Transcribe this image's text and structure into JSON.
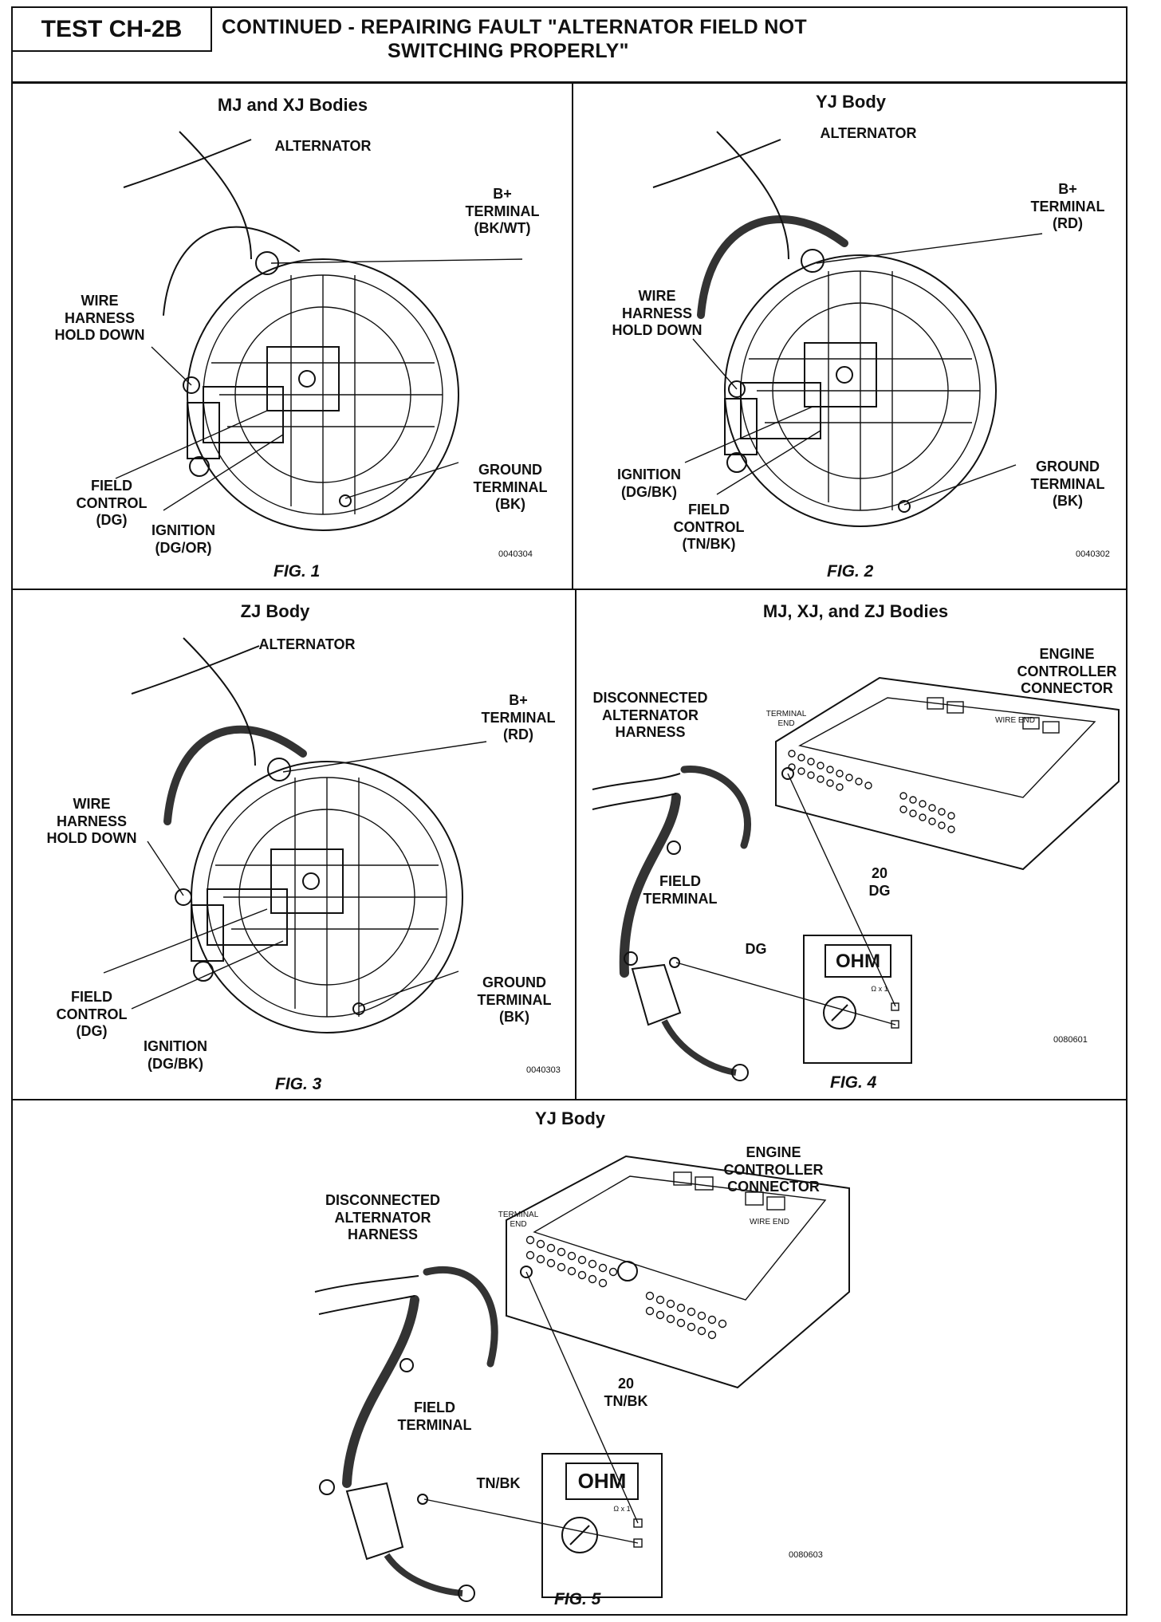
{
  "header": {
    "test_id": "TEST CH-2B",
    "title_line1": "CONTINUED -  REPAIRING FAULT \"ALTERNATOR FIELD NOT",
    "title_line2": "SWITCHING PROPERLY\""
  },
  "fig1": {
    "title": "MJ and XJ Bodies",
    "alternator": "ALTERNATOR",
    "bplus": [
      "B+",
      "TERMINAL",
      "(BK/WT)"
    ],
    "wire_harness": [
      "WIRE",
      "HARNESS",
      "HOLD DOWN"
    ],
    "ground": [
      "GROUND",
      "TERMINAL",
      "(BK)"
    ],
    "field": [
      "FIELD",
      "CONTROL",
      "(DG)"
    ],
    "ignition": [
      "IGNITION",
      "(DG/OR)"
    ],
    "code": "0040304",
    "caption": "FIG. 1"
  },
  "fig2": {
    "title": "YJ Body",
    "alternator": "ALTERNATOR",
    "bplus": [
      "B+",
      "TERMINAL",
      "(RD)"
    ],
    "wire_harness": [
      "WIRE",
      "HARNESS",
      "HOLD DOWN"
    ],
    "ignition": [
      "IGNITION",
      "(DG/BK)"
    ],
    "ground": [
      "GROUND",
      "TERMINAL",
      "(BK)"
    ],
    "field": [
      "FIELD",
      "CONTROL",
      "(TN/BK)"
    ],
    "code": "0040302",
    "caption": "FIG. 2"
  },
  "fig3": {
    "title": "ZJ Body",
    "alternator": "ALTERNATOR",
    "bplus": [
      "B+",
      "TERMINAL",
      "(RD)"
    ],
    "wire_harness": [
      "WIRE",
      "HARNESS",
      "HOLD DOWN"
    ],
    "ground": [
      "GROUND",
      "TERMINAL",
      "(BK)"
    ],
    "field": [
      "FIELD",
      "CONTROL",
      "(DG)"
    ],
    "ignition": [
      "IGNITION",
      "(DG/BK)"
    ],
    "code": "0040303",
    "caption": "FIG. 3"
  },
  "fig4": {
    "title": "MJ, XJ, and ZJ Bodies",
    "engine_connector": [
      "ENGINE",
      "CONTROLLER",
      "CONNECTOR"
    ],
    "disconnected": [
      "DISCONNECTED",
      "ALTERNATOR",
      "HARNESS"
    ],
    "terminal_end": [
      "TERMINAL",
      "END"
    ],
    "wire_end": "WIRE END",
    "field_terminal": [
      "FIELD",
      "TERMINAL"
    ],
    "wire_gauge": [
      "20",
      "DG"
    ],
    "wire_color": "DG",
    "meter_display": "OHM",
    "meter_range": "Ω x 1",
    "code": "0080601",
    "caption": "FIG. 4"
  },
  "fig5": {
    "title": "YJ Body",
    "engine_connector": [
      "ENGINE",
      "CONTROLLER",
      "CONNECTOR"
    ],
    "disconnected": [
      "DISCONNECTED",
      "ALTERNATOR",
      "HARNESS"
    ],
    "terminal_end": [
      "TERMINAL",
      "END"
    ],
    "wire_end": "WIRE END",
    "field_terminal": [
      "FIELD",
      "TERMINAL"
    ],
    "wire_gauge": [
      "20",
      "TN/BK"
    ],
    "wire_color": "TN/BK",
    "meter_display": "OHM",
    "meter_range": "Ω x 1",
    "code": "0080603",
    "caption": "FIG. 5"
  }
}
